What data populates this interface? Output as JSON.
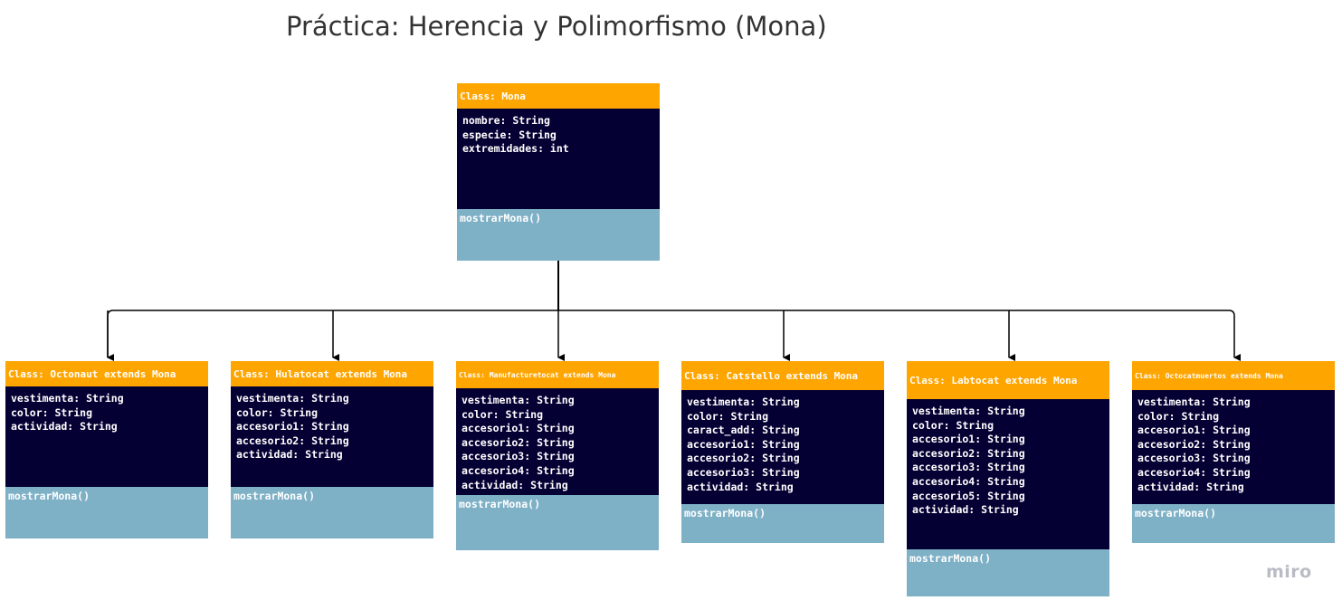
{
  "title": "Práctica: Herencia y Polimorfismo (Mona)",
  "watermark": "miro",
  "colors": {
    "header": "#ffa500",
    "attributes": "#050033",
    "methods": "#7eb0c6",
    "connector": "#000000"
  },
  "classes": {
    "mona": {
      "header": "Class: Mona",
      "attributes": [
        "nombre: String",
        "especie: String",
        "extremidades: int"
      ],
      "methods": [
        "mostrarMona()"
      ]
    },
    "octonaut": {
      "header": "Class: Octonaut extends Mona",
      "attributes": [
        "vestimenta: String",
        "color: String",
        "actividad: String"
      ],
      "methods": [
        "mostrarMona()"
      ]
    },
    "hulatocat": {
      "header": "Class: Hulatocat extends Mona",
      "attributes": [
        "vestimenta: String",
        "color: String",
        "accesorio1: String",
        "accesorio2: String",
        "actividad: String"
      ],
      "methods": [
        "mostrarMona()"
      ]
    },
    "manufacturetocat": {
      "header": "Class: Manufacturetocat extends Mona",
      "attributes": [
        "vestimenta: String",
        "color: String",
        "accesorio1: String",
        "accesorio2: String",
        "accesorio3: String",
        "accesorio4: String",
        "actividad: String"
      ],
      "methods": [
        "mostrarMona()"
      ]
    },
    "catstello": {
      "header": "Class: Catstello extends Mona",
      "attributes": [
        "vestimenta: String",
        "color: String",
        "caract_add: String",
        "accesorio1: String",
        "accesorio2: String",
        "accesorio3: String",
        "actividad: String"
      ],
      "methods": [
        "mostrarMona()"
      ]
    },
    "labtocat": {
      "header": "Class: Labtocat extends Mona",
      "attributes": [
        "vestimenta: String",
        "color: String",
        "accesorio1: String",
        "accesorio2: String",
        "accesorio3: String",
        "accesorio4: String",
        "accesorio5: String",
        "actividad: String"
      ],
      "methods": [
        "mostrarMona()"
      ]
    },
    "octocatmuertos": {
      "header": "Class: Octocatmuertos extends Mona",
      "attributes": [
        "vestimenta: String",
        "color: String",
        "accesorio1: String",
        "accesorio2: String",
        "accesorio3: String",
        "accesorio4: String",
        "actividad: String"
      ],
      "methods": [
        "mostrarMona()"
      ]
    }
  }
}
